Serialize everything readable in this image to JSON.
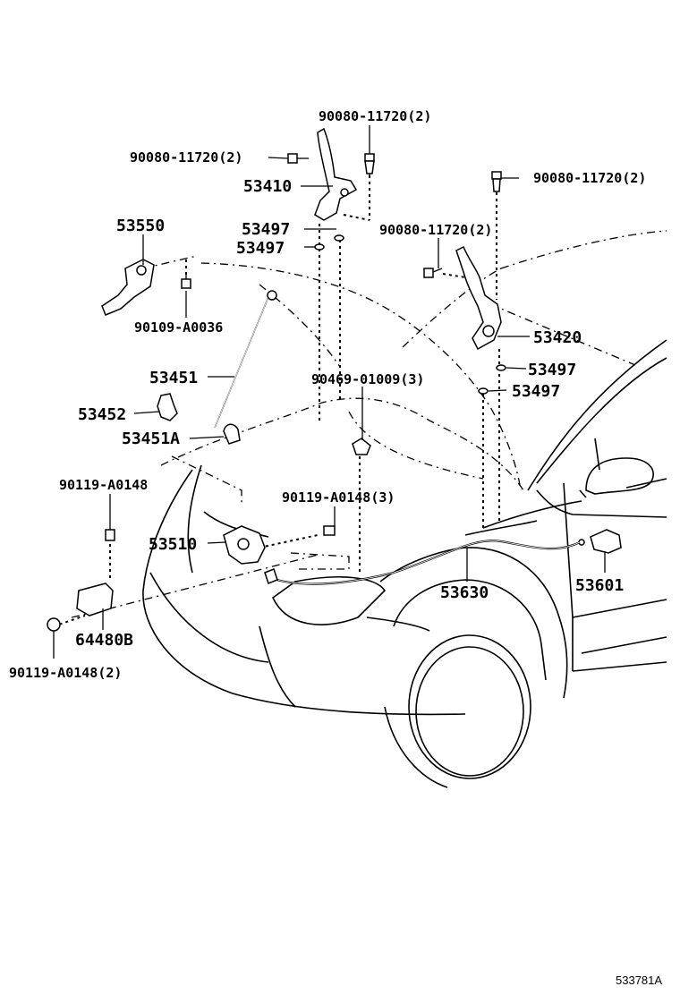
{
  "diagram": {
    "reference_code": "533781A",
    "callouts": [
      {
        "id": "c01",
        "text": "90080-11720(2)"
      },
      {
        "id": "c02",
        "text": "90080-11720(2)"
      },
      {
        "id": "c03",
        "text": "53410"
      },
      {
        "id": "c04",
        "text": "90080-11720(2)"
      },
      {
        "id": "c05",
        "text": "53550"
      },
      {
        "id": "c06",
        "text": "53497"
      },
      {
        "id": "c07",
        "text": "53497"
      },
      {
        "id": "c08",
        "text": "90080-11720(2)"
      },
      {
        "id": "c09",
        "text": "90109-A0036"
      },
      {
        "id": "c10",
        "text": "53420"
      },
      {
        "id": "c11",
        "text": "53497"
      },
      {
        "id": "c12",
        "text": "53451"
      },
      {
        "id": "c13",
        "text": "90469-01009(3)"
      },
      {
        "id": "c14",
        "text": "53497"
      },
      {
        "id": "c15",
        "text": "53452"
      },
      {
        "id": "c16",
        "text": "53451A"
      },
      {
        "id": "c17",
        "text": "90119-A0148"
      },
      {
        "id": "c18",
        "text": "90119-A0148(3)"
      },
      {
        "id": "c19",
        "text": "53510"
      },
      {
        "id": "c20",
        "text": "53630"
      },
      {
        "id": "c21",
        "text": "53601"
      },
      {
        "id": "c22",
        "text": "64480B"
      },
      {
        "id": "c23",
        "text": "90119-A0148(2)"
      }
    ]
  }
}
